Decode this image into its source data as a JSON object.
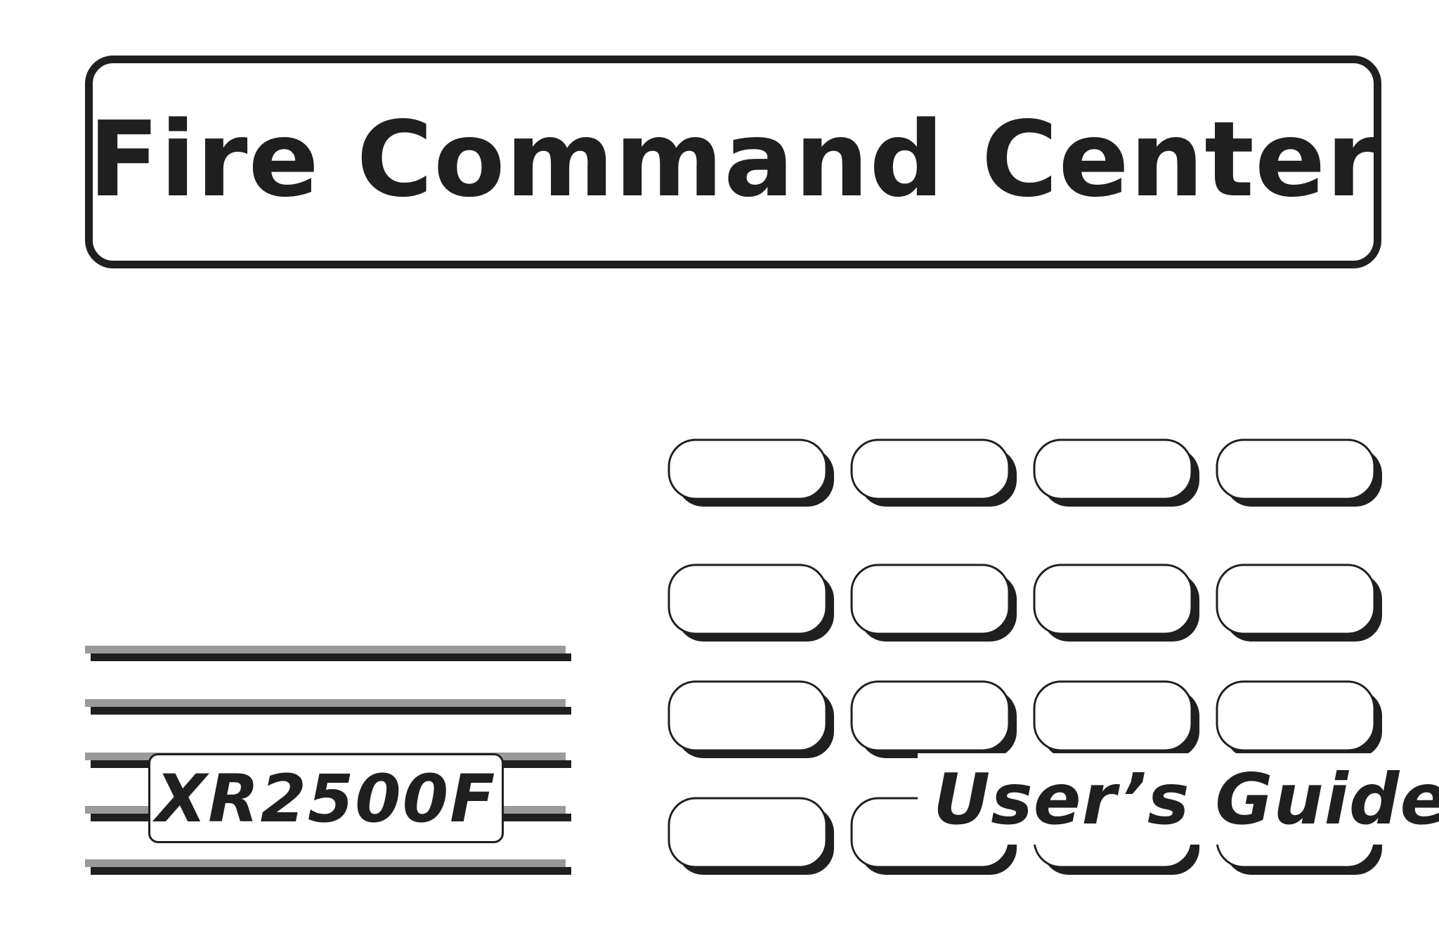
{
  "cover": {
    "title": "Fire Command Center",
    "model": "XR2500F",
    "guide_label": "User’s Guide"
  },
  "colors": {
    "ink": "#1f1f1f",
    "stripe_shadow": "#9a9a9a",
    "background": "#ffffff"
  },
  "keypad": {
    "rows": 4,
    "columns": 4,
    "button_labels": []
  }
}
